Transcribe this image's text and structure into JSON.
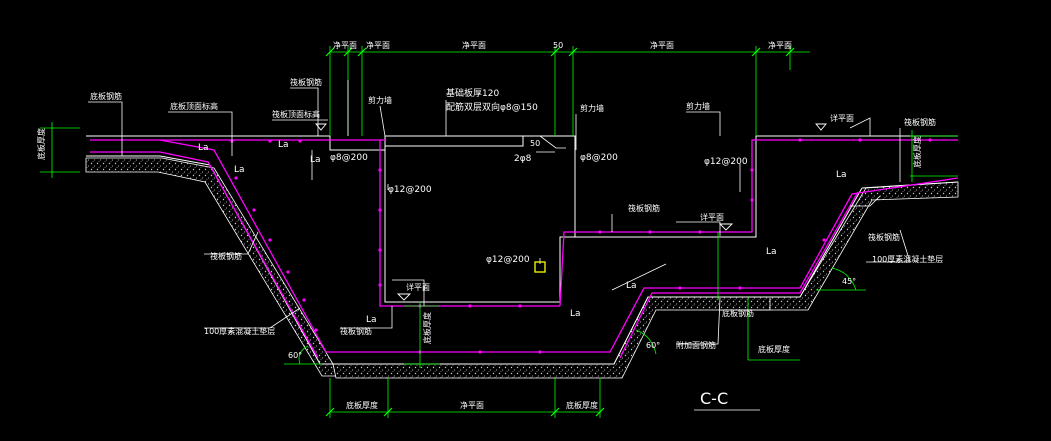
{
  "colors": {
    "background": "#000000",
    "concrete_outline": "#ffffff",
    "rebar": "#ff00ff",
    "dimension": "#00ff00",
    "leader": "#ffffff",
    "highlight": "#ffff00",
    "hatch": "#c8c8c8"
  },
  "labels": {
    "dim_top_1": "净平面",
    "dim_top_2": "净平面",
    "dim_top_3": "净平面",
    "dim_top_4": "50",
    "dim_top_5": "净平面",
    "dim_top_6": "净平面",
    "dim_bottom_1": "底板厚度",
    "dim_bottom_2": "净平面",
    "dim_bottom_3": "底板厚度",
    "slab_rebar_left": "底板钢筋",
    "slab_top_elev": "底板顶面标高",
    "raft_rebar": "筏板钢筋",
    "raft_top_elev": "筏板顶面标高",
    "shear_wall_1": "剪力墙",
    "shear_wall_2": "剪力墙",
    "shear_wall_3": "剪力墙",
    "slab_note_1": "基础板厚120",
    "slab_note_2": "配筋双层双向φ8@150",
    "rebar_phi8_1": "φ8@200",
    "rebar_phi8_2": "φ8@200",
    "rebar_2phi8": "2φ8",
    "rebar_phi12_1": "φ12@200",
    "rebar_phi12_2": "φ12@200",
    "rebar_phi12_3": "φ12@200",
    "la_1": "La",
    "la_2": "La",
    "la_3": "La",
    "la_4": "La",
    "la_5": "La",
    "la_6": "La",
    "la_7": "La",
    "la_8": "La",
    "la_9": "La",
    "dim_50": "50",
    "raft_rebar_2": "筏板钢筋",
    "raft_rebar_3": "筏板钢筋",
    "raft_rebar_4": "筏板钢筋",
    "raft_rebar_5": "筏板钢筋",
    "raft_rebar_6": "筏板钢筋",
    "bottom_rebar_1": "底板钢筋",
    "bottom_rebar_2": "底板钢筋",
    "cushion_left": "100厚素混凝土垫层",
    "cushion_right": "100厚素混凝土垫层",
    "extra_rebar": "附加面钢筋",
    "level_mark_1": "详平面",
    "level_mark_2": "详平面",
    "level_mark_3": "详平面",
    "side_left": "底板厚度",
    "side_right": "底板厚度",
    "side_mid": "底板厚度",
    "side_bot": "底板厚度",
    "angle_1": "60°",
    "angle_2": "60°",
    "angle_3": "45°",
    "section_label": "C-C"
  }
}
